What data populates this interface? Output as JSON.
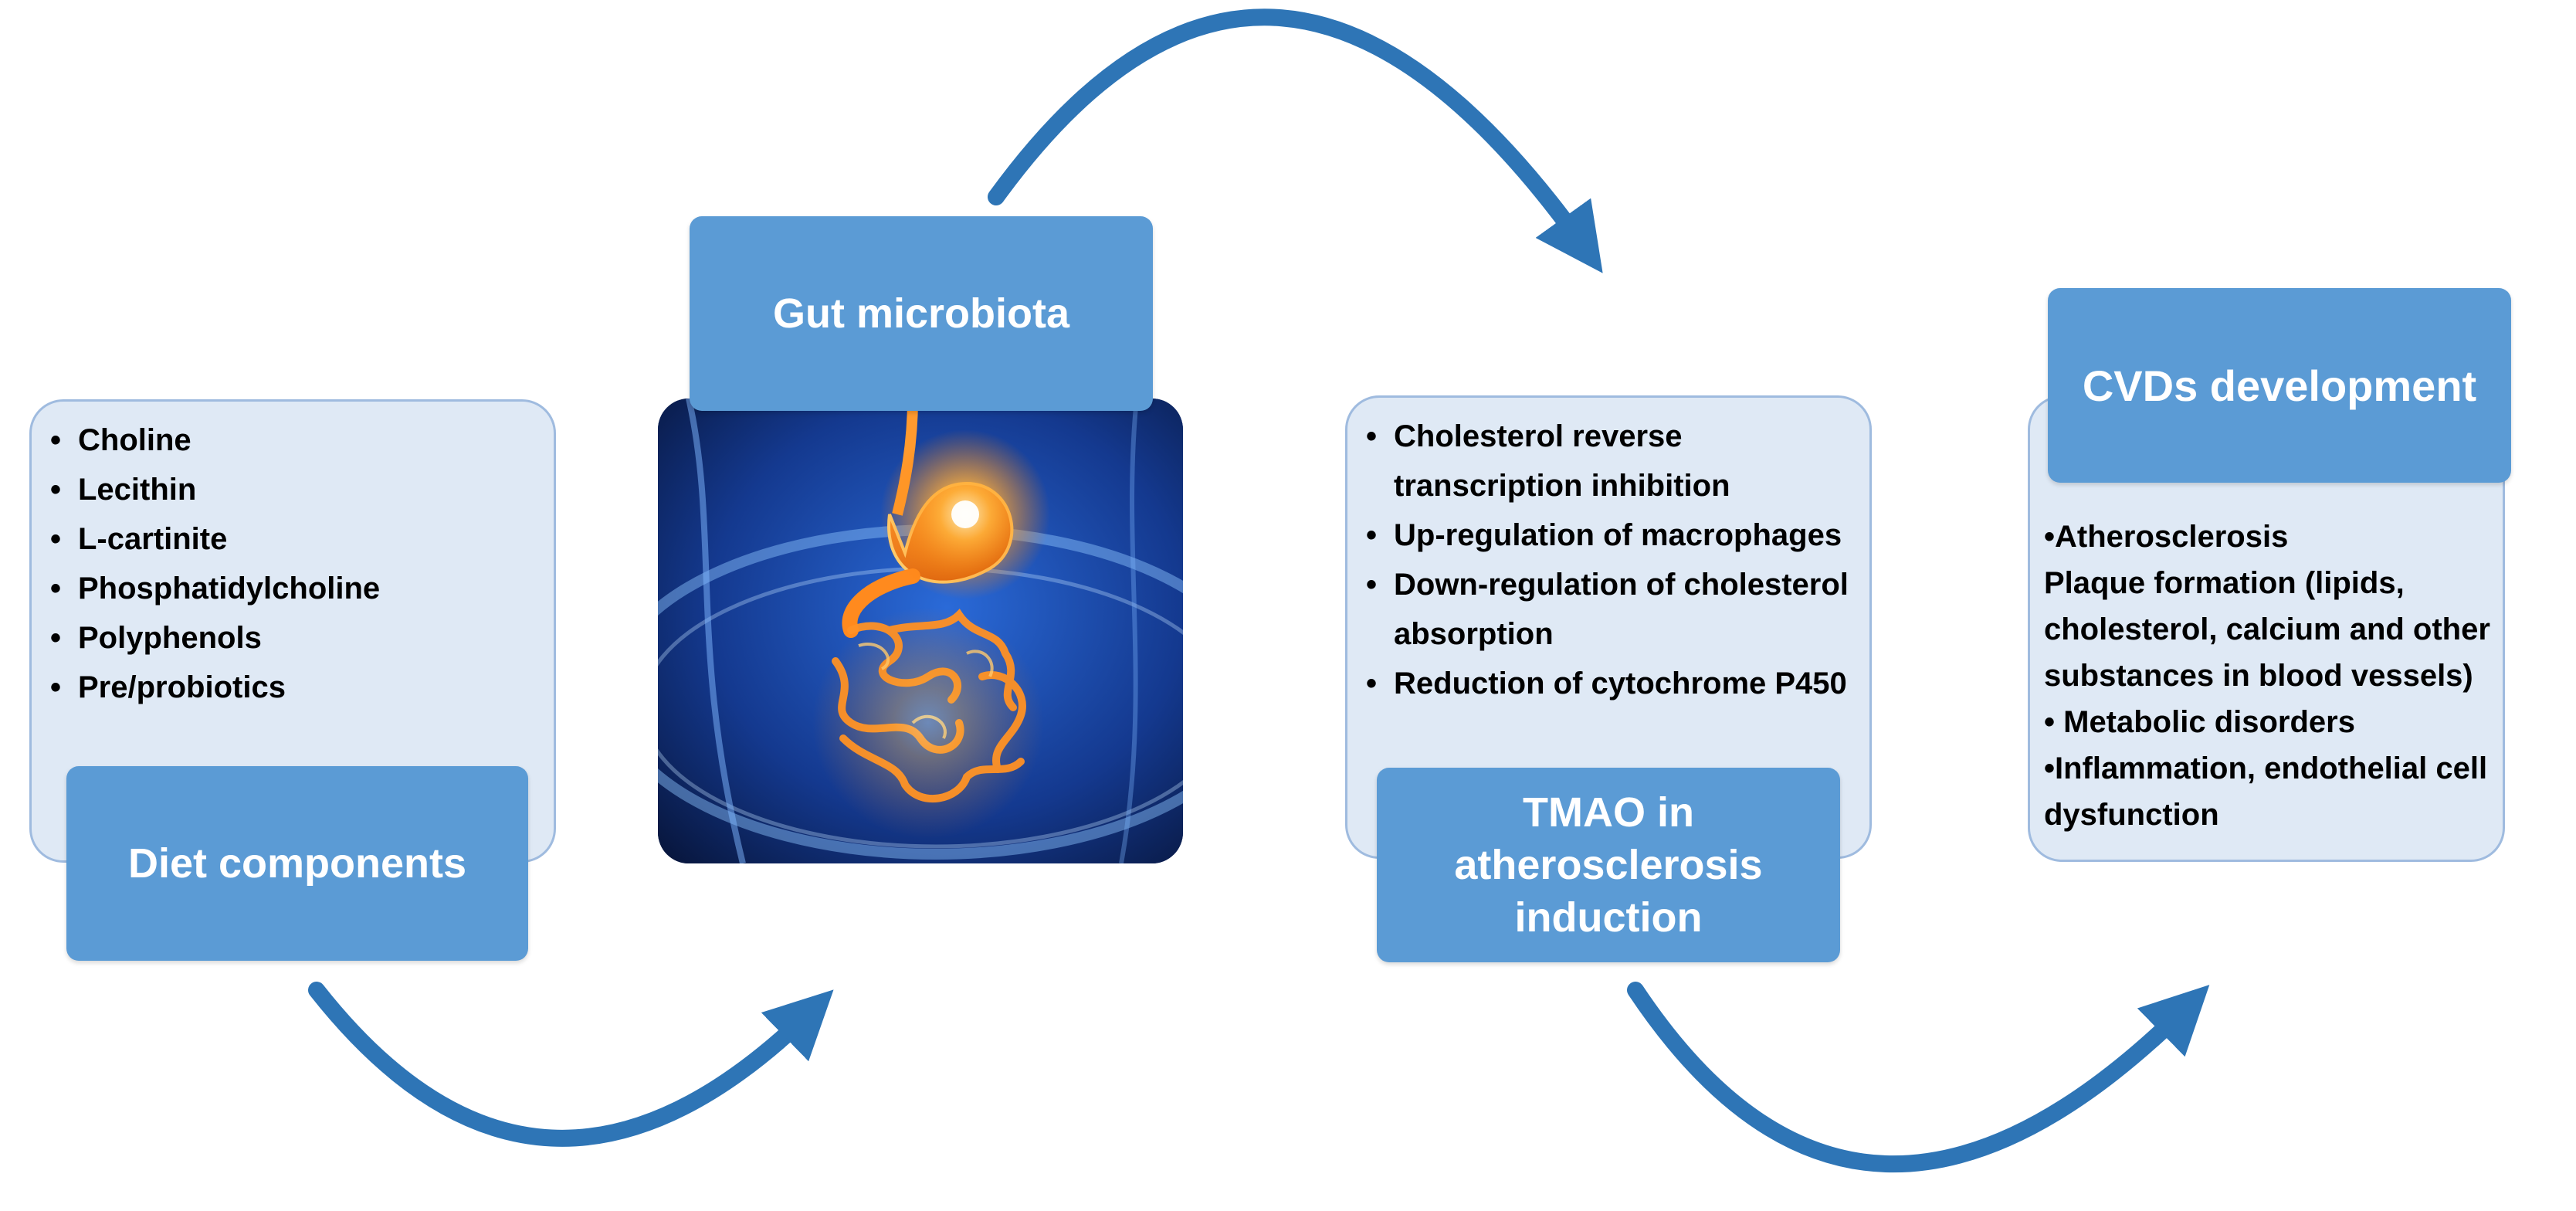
{
  "colors": {
    "arrow": "#2e75b6",
    "label_fill": "#5b9bd5",
    "panel_fill": "#dfe9f5",
    "panel_border": "#9fbbdf"
  },
  "diet": {
    "title": "Diet components",
    "items": [
      "Choline",
      "Lecithin",
      "L-cartinite",
      "Phosphatidylcholine",
      "Polyphenols",
      "Pre/probiotics"
    ]
  },
  "gut": {
    "title": "Gut microbiota",
    "image": "gut-illustration"
  },
  "tmao": {
    "title_lines": [
      "TMAO in",
      "atherosclerosis",
      "induction"
    ],
    "items": [
      "Cholesterol reverse transcription inhibition",
      "Up-regulation of macrophages",
      "Down-regulation of cholesterol absorption",
      "Reduction of cytochrome P450"
    ]
  },
  "cvd": {
    "title": "CVDs development",
    "lines": [
      "•Atherosclerosis",
      "Plaque formation (lipids, cholesterol, calcium and other substances in blood vessels)",
      "• Metabolic disorders",
      "•Inflammation, endothelial cell dysfunction"
    ]
  }
}
